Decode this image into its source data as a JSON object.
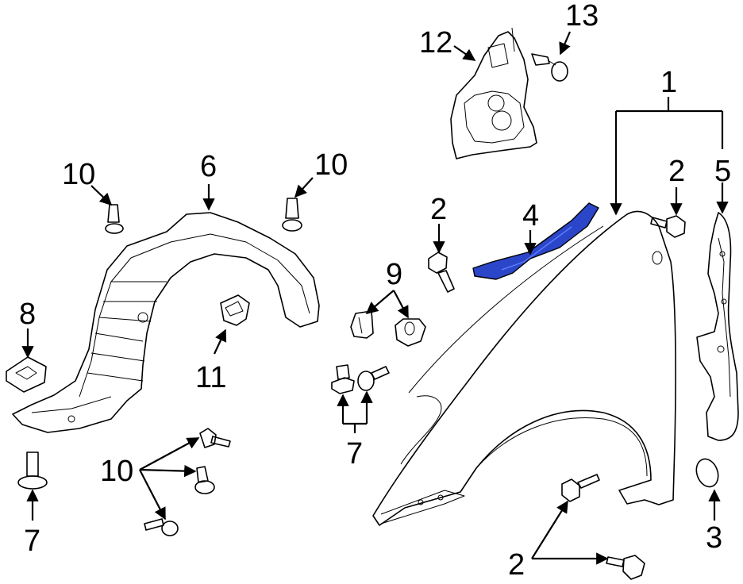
{
  "colors": {
    "line": "#000000",
    "highlight": "#2b46c9",
    "background": "#ffffff"
  },
  "callouts": {
    "c1": "1",
    "c2a": "2",
    "c2b": "2",
    "c2c": "2",
    "c3": "3",
    "c4": "4",
    "c5": "5",
    "c6": "6",
    "c7a": "7",
    "c7b": "7",
    "c8": "8",
    "c9": "9",
    "c10a": "10",
    "c10b": "10",
    "c10c": "10",
    "c11": "11",
    "c12": "12",
    "c13": "13"
  },
  "highlighted_part": "4"
}
